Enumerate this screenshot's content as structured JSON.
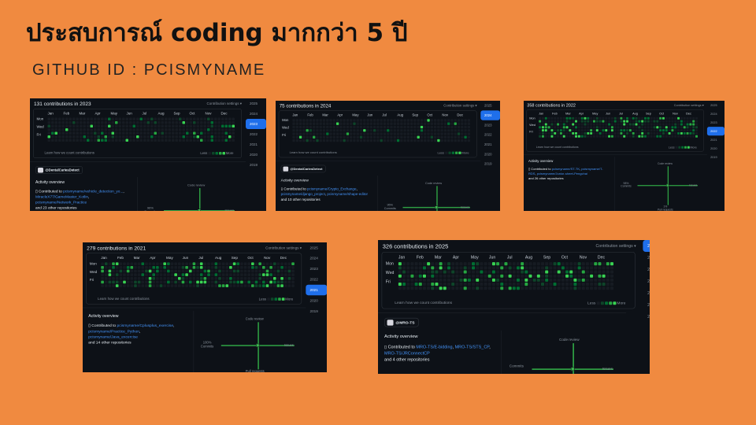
{
  "slide": {
    "title": "ประสบการณ์ coding มากกว่า 5 ปี",
    "subtitle": "GITHUB ID : PCISMYNAME"
  },
  "common": {
    "settings": "Contribution settings ▾",
    "learn": "Learn how we count contributions",
    "less": "Less",
    "more": "More",
    "activity": "Activity overview",
    "contributed": "Contributed to ",
    "days": [
      "Mon",
      "Wed",
      "Fri"
    ],
    "months": [
      "Jan",
      "Feb",
      "Mar",
      "Apr",
      "May",
      "Jun",
      "Jul",
      "Aug",
      "Sep",
      "Oct",
      "Nov",
      "Dec"
    ],
    "code_review": "Code review",
    "issues": "Issues",
    "commits": "Commits",
    "pull_requests": "Pull requests",
    "years": [
      "2025",
      "2024",
      "2023",
      "2022",
      "2021",
      "2020",
      "2019"
    ]
  },
  "colors": {
    "levels": [
      "#161b22",
      "#0e4429",
      "#006d32",
      "#26a641",
      "#39d353"
    ],
    "accent": "#1f6feb"
  },
  "panels": [
    {
      "header": "131 contributions in 2023",
      "year": "2023",
      "org": "@DentalCariesDetect",
      "repos": [
        "pcismyname/vehicle_detection_yo...",
        "MiracleX77/GameMaster_Kotlin",
        "pcismyname/Network_Practice"
      ],
      "others": "and 23 other repositories",
      "commits_pct": "96%",
      "pull_pct": ""
    },
    {
      "header": "75 contributions in 2024",
      "year": "2024",
      "org": "@DentalCariesDetect",
      "repos": [
        "pcismyname/Crypto_Exchange",
        "pcismyname/django_project",
        "pcismyname/shape-editor"
      ],
      "others": "and 10 other repositories",
      "commits_pct": "95%",
      "pull_pct": ""
    },
    {
      "header": "358 contributions in 2022",
      "year": "2022",
      "org": "",
      "repos": [
        "pcismyname/ST-TK",
        "pcismyname/T-RDS",
        "pcismyname/Junior-sheet-Pengchai"
      ],
      "others": "and 26 other repositories",
      "commits_pct": "98%",
      "pull_pct": "1%"
    },
    {
      "header": "279 contributions in 2021",
      "year": "2021",
      "org": "",
      "repos": [
        "pcismyname/Cplusplus_exercise",
        "pcismyname/Practice_Python",
        "pcismyname/Java_excercise"
      ],
      "others": "and 14 other repositories",
      "commits_pct": "100%",
      "pull_pct": ""
    },
    {
      "header": "326 contributions in 2025",
      "year": "2025",
      "org": "@MRO-TS",
      "repos": [
        "MRO-TS/E-bidding",
        "MRO-TS/STS_CP",
        "MRO-TS/JRConnectCP"
      ],
      "others": "and 4 other repositories",
      "commits_pct": "",
      "pull_pct": ""
    }
  ]
}
